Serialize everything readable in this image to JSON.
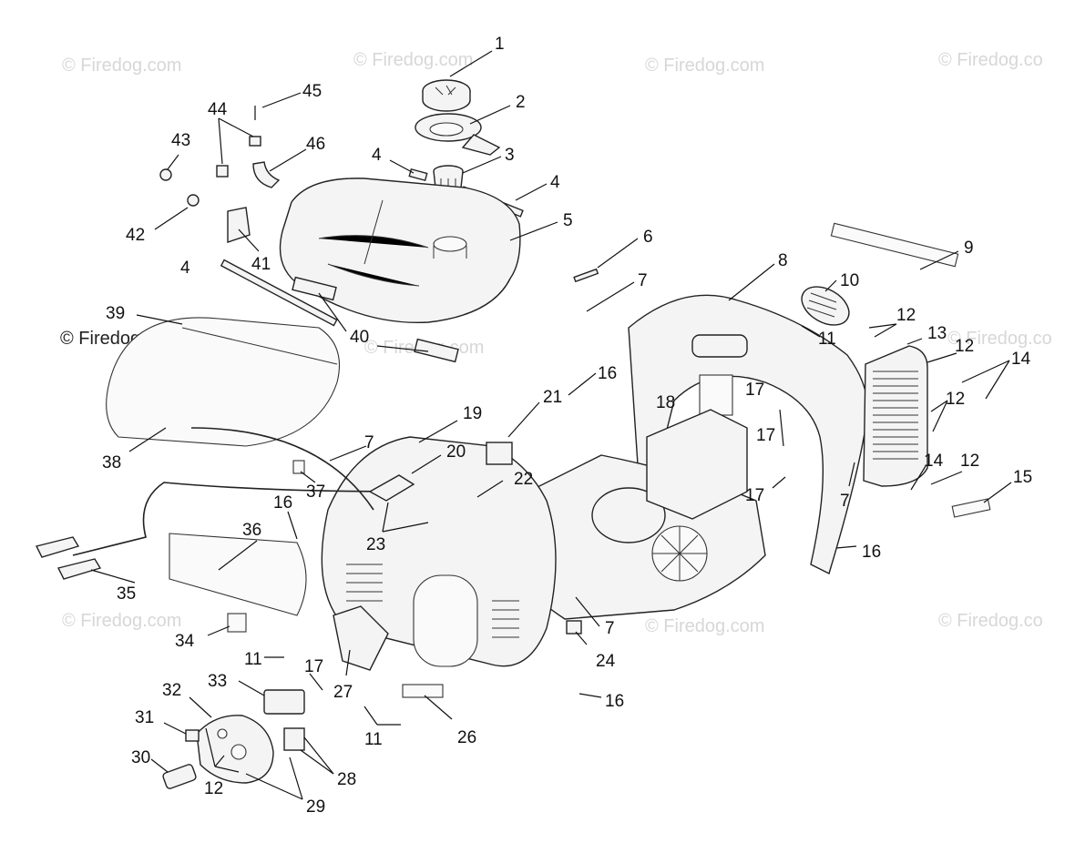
{
  "watermark": {
    "text": "© Firedog.com",
    "text_cut": "© Firedog.co"
  },
  "callouts": {
    "c1": "1",
    "c2": "2",
    "c3": "3",
    "c4a": "4",
    "c4b": "4",
    "c4c": "4",
    "c5": "5",
    "c6": "6",
    "c7a": "7",
    "c7b": "7",
    "c7c": "7",
    "c7d": "7",
    "c8": "8",
    "c9": "9",
    "c10": "10",
    "c11a": "11",
    "c11b": "11",
    "c11c": "11",
    "c12a": "12",
    "c12b": "12",
    "c12c": "12",
    "c12d": "12",
    "c12e": "12",
    "c13": "13",
    "c14a": "14",
    "c14b": "14",
    "c15": "15",
    "c16a": "16",
    "c16b": "16",
    "c16c": "16",
    "c16d": "16",
    "c17a": "17",
    "c17b": "17",
    "c17c": "17",
    "c17d": "17",
    "c18": "18",
    "c19": "19",
    "c20": "20",
    "c21": "21",
    "c22": "22",
    "c23": "23",
    "c24": "24",
    "c26": "26",
    "c27": "27",
    "c28": "28",
    "c29": "29",
    "c30": "30",
    "c31": "31",
    "c32": "32",
    "c33": "33",
    "c34": "34",
    "c35": "35",
    "c36": "36",
    "c37": "37",
    "c38": "38",
    "c39": "39",
    "c40": "40",
    "c41": "41",
    "c42": "42",
    "c43": "43",
    "c44": "44",
    "c45": "45",
    "c46": "46"
  },
  "colors": {
    "line": "#111111",
    "watermark": "#d7d7d7",
    "background": "#ffffff"
  }
}
